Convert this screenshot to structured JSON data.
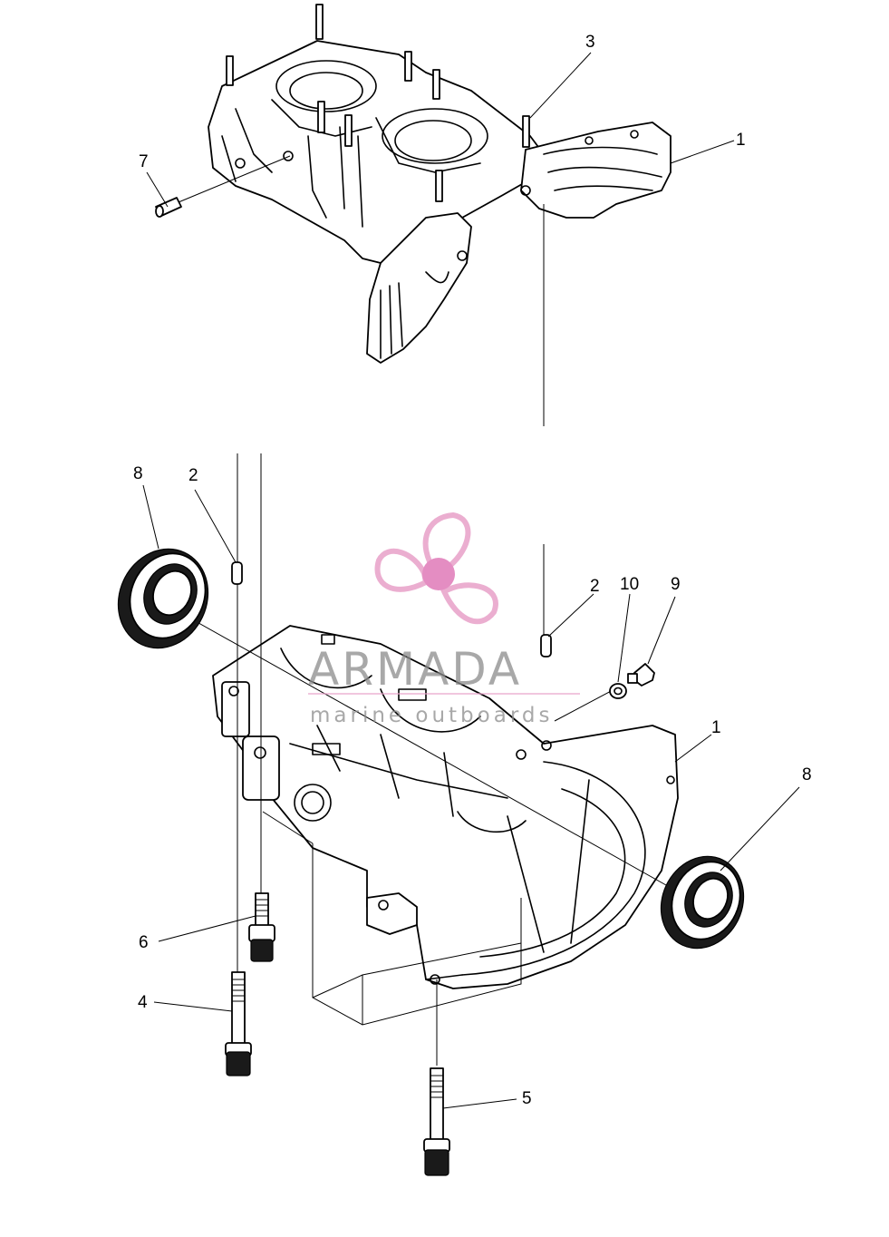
{
  "callouts": [
    {
      "id": "upper-crankcase",
      "number": "1"
    },
    {
      "id": "lower-crankcase",
      "number": "1"
    },
    {
      "id": "dowel-pin-left",
      "number": "2"
    },
    {
      "id": "dowel-pin-right",
      "number": "2"
    },
    {
      "id": "stud",
      "number": "3"
    },
    {
      "id": "long-bolt",
      "number": "4"
    },
    {
      "id": "bottom-bolt",
      "number": "5"
    },
    {
      "id": "short-bolt",
      "number": "6"
    },
    {
      "id": "side-stud",
      "number": "7"
    },
    {
      "id": "oil-seal-left",
      "number": "8"
    },
    {
      "id": "oil-seal-right",
      "number": "8"
    },
    {
      "id": "drain-plug",
      "number": "9"
    },
    {
      "id": "washer",
      "number": "10"
    }
  ],
  "watermark": {
    "title": "ARMADA",
    "subtitle": "marine outboards",
    "color_logo": "#e8a0c8",
    "color_logo_center": "#e07ab8",
    "color_text": "#8c8c8c"
  }
}
